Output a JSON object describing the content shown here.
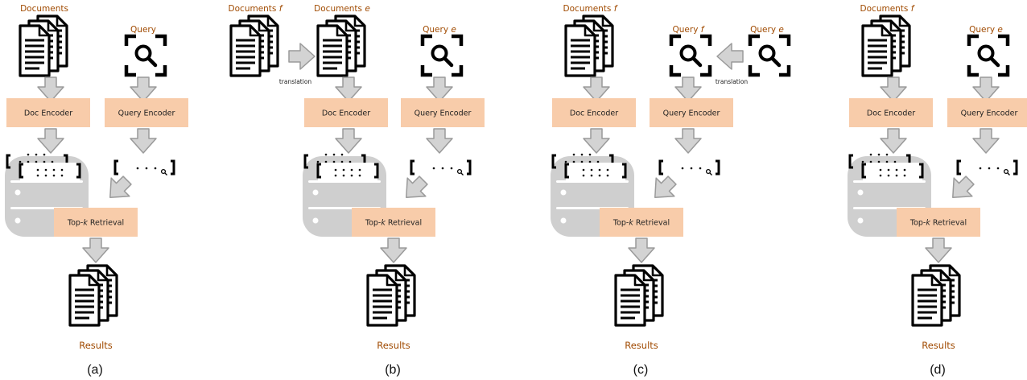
{
  "colors": {
    "label": "#a04a00",
    "encoder_box": "#f8ccaa",
    "arrow_fill": "#d3d3d3",
    "arrow_stroke": "#9a9a9a",
    "database": "#cfcfcf",
    "icon": "#000000"
  },
  "icons": {
    "documents": "document-stack-icon",
    "query": "magnifier-in-frame-icon",
    "database": "database-icon",
    "vectors": "bracketed-dot-vector-icon"
  },
  "panels": [
    {
      "caption": "(a)",
      "doc_label_prefix": "Documents",
      "doc_label_lang": "",
      "query_label_prefix": "Query",
      "query_label_lang": "",
      "doc_encoder": "Doc Encoder",
      "query_encoder": "Query Encoder",
      "retrieval_pre": "Top-",
      "retrieval_k": "k",
      "retrieval_post": " Retrieval",
      "results": "Results"
    },
    {
      "caption": "(b)",
      "doc_label_prefix": "Documents ",
      "doc_label_lang": "e",
      "doc_source_prefix": "Documents ",
      "doc_source_lang": "f",
      "translation": "translation",
      "query_label_prefix": "Query ",
      "query_label_lang": "e",
      "doc_encoder": "Doc Encoder",
      "query_encoder": "Query Encoder",
      "retrieval_pre": "Top-",
      "retrieval_k": "k",
      "retrieval_post": " Retrieval",
      "results": "Results"
    },
    {
      "caption": "(c)",
      "doc_label_prefix": "Documents ",
      "doc_label_lang": "f",
      "query_label_prefix": "Query ",
      "query_label_lang": "f",
      "query_source_prefix": "Query ",
      "query_source_lang": "e",
      "translation": "translation",
      "doc_encoder": "Doc Encoder",
      "query_encoder": "Query Encoder",
      "retrieval_pre": "Top-",
      "retrieval_k": "k",
      "retrieval_post": " Retrieval",
      "results": "Results"
    },
    {
      "caption": "(d)",
      "doc_label_prefix": "Documents ",
      "doc_label_lang": "f",
      "query_label_prefix": "Query ",
      "query_label_lang": "e",
      "doc_encoder": "Doc Encoder",
      "query_encoder": "Query Encoder",
      "retrieval_pre": "Top-",
      "retrieval_k": "k",
      "retrieval_post": " Retrieval",
      "results": "Results"
    }
  ]
}
